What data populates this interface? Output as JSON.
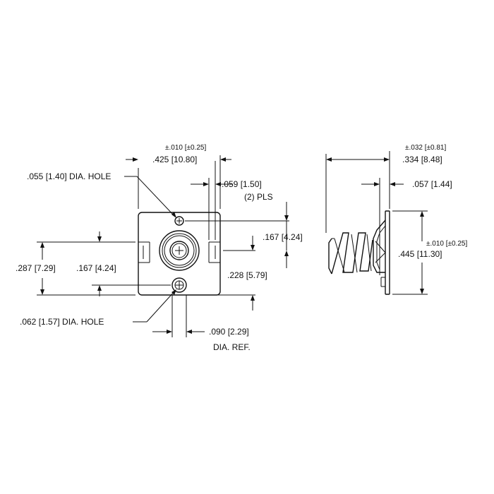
{
  "front_view": {
    "width_tolerance": "±.010 [±0.25]",
    "width": ".425 [10.80]",
    "small_hole_callout": ".055 [1.40] DIA. HOLE",
    "slot_width": ".059 [1.50]",
    "slot_qty": "(2) PLS",
    "slot_offset": ".167 [4.24]",
    "overall_height": ".287 [7.29]",
    "slot_height": ".167 [4.24]",
    "hole_offset": ".228 [5.79]",
    "large_hole_callout": ".062 [1.57] DIA. HOLE",
    "ref_dia": ".090 [2.29]",
    "ref_dia_note": "DIA.  REF."
  },
  "side_view": {
    "length_tolerance": "±.032 [±0.81]",
    "length": ".334 [8.48]",
    "plate_thickness": ".057 [1.44]",
    "height_tolerance": "±.010 [±0.25]",
    "height": ".445 [11.30]"
  }
}
